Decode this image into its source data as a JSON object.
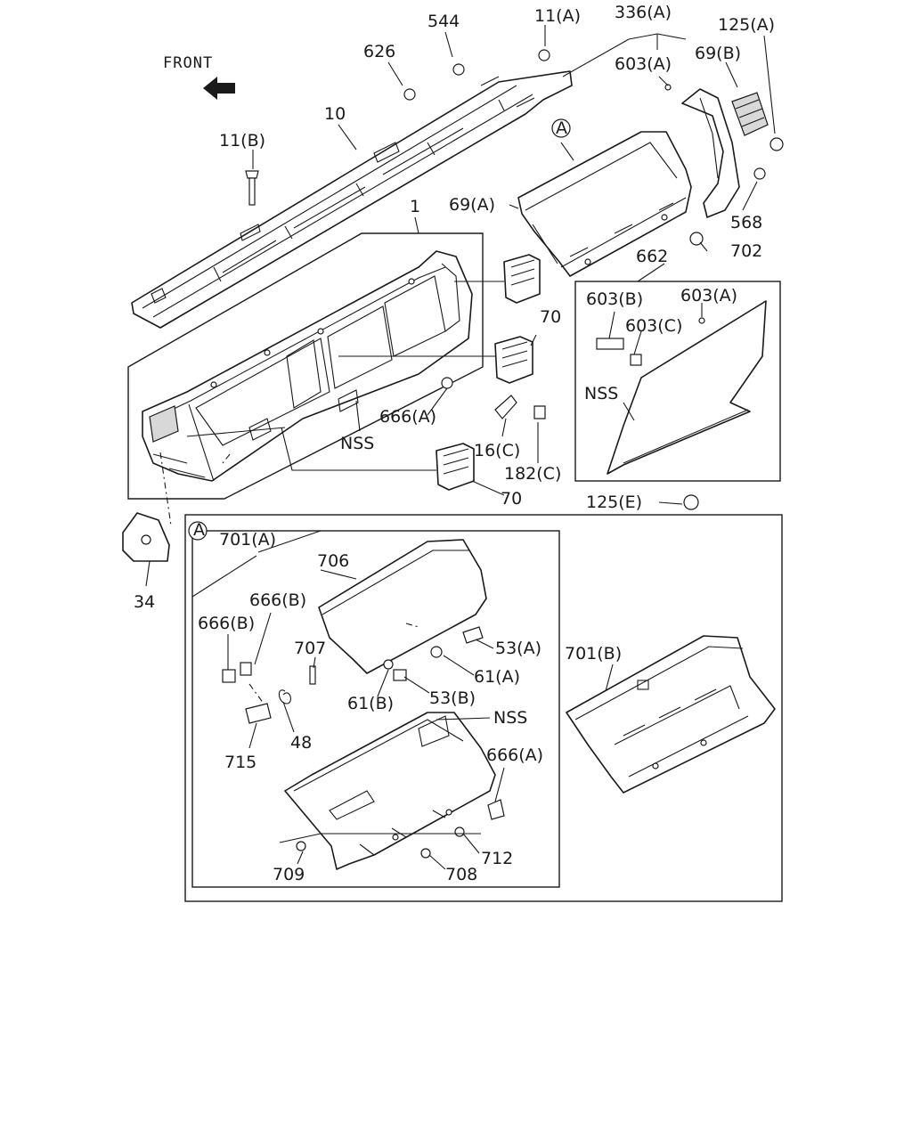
{
  "diagram": {
    "front_label": "FRONT",
    "callouts": {
      "p544": "544",
      "p11a": "11(A)",
      "p336a": "336(A)",
      "p125a": "125(A)",
      "p626": "626",
      "p603a_top": "603(A)",
      "p69b": "69(B)",
      "p10": "10",
      "p11b": "11(B)",
      "circle_a_top": "A",
      "p568": "568",
      "p1": "1",
      "p69a": "69(A)",
      "p702": "702",
      "p662": "662",
      "p603b": "603(B)",
      "p603a_box": "603(A)",
      "p603c": "603(C)",
      "p70_upper": "70",
      "nss_right": "NSS",
      "p666a_main": "666(A)",
      "nss_main": "NSS",
      "p16c": "16(C)",
      "p182c": "182(C)",
      "p70_lower": "70",
      "p125e": "125(E)",
      "p34": "34",
      "circle_a_sub": "A",
      "p701a": "701(A)",
      "p706": "706",
      "p666b_1": "666(B)",
      "p666b_2": "666(B)",
      "p707": "707",
      "p53a": "53(A)",
      "p61a": "61(A)",
      "p61b": "61(B)",
      "p53b": "53(B)",
      "p48": "48",
      "p715": "715",
      "nss_sub": "NSS",
      "p666a_sub": "666(A)",
      "p701b": "701(B)",
      "p712": "712",
      "p709": "709",
      "p708": "708"
    }
  }
}
